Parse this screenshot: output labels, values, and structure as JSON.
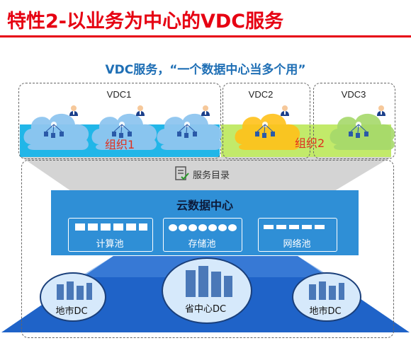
{
  "slide": {
    "title": "特性2-以业务为中心的VDC服务",
    "subtitle": "VDC服务，“一个数据中心当多个用”"
  },
  "vdcs": [
    {
      "label": "VDC1"
    },
    {
      "label": "VDC2"
    },
    {
      "label": "VDC3"
    }
  ],
  "organizations": [
    {
      "label": "组织1"
    },
    {
      "label": "组织2"
    }
  ],
  "service_catalog": {
    "label": "服务目录"
  },
  "cloud_dc": {
    "title": "云数据中心",
    "pools": [
      {
        "label": "计算池"
      },
      {
        "label": "存储池"
      },
      {
        "label": "网络池"
      }
    ]
  },
  "physical_dcs": [
    {
      "label": "地市DC"
    },
    {
      "label": "省中心DC"
    },
    {
      "label": "地市DC"
    }
  ],
  "colors": {
    "title_red": "#e60012",
    "subtitle_blue": "#1f6fb5",
    "org1_cyan": "#21b6e8",
    "org2_green": "#b5e655",
    "vdc2_orange": "#ffc21a",
    "vdc3_green": "#8fcf5a",
    "cloud_dc_blue": "#2f8fd6",
    "platform_blue": "#1f63c8"
  },
  "icons": [
    "cloud-icon",
    "user-icon",
    "service-catalog-icon",
    "server-rack-icon",
    "storage-disk-icon",
    "network-switch-icon",
    "building-icon"
  ]
}
